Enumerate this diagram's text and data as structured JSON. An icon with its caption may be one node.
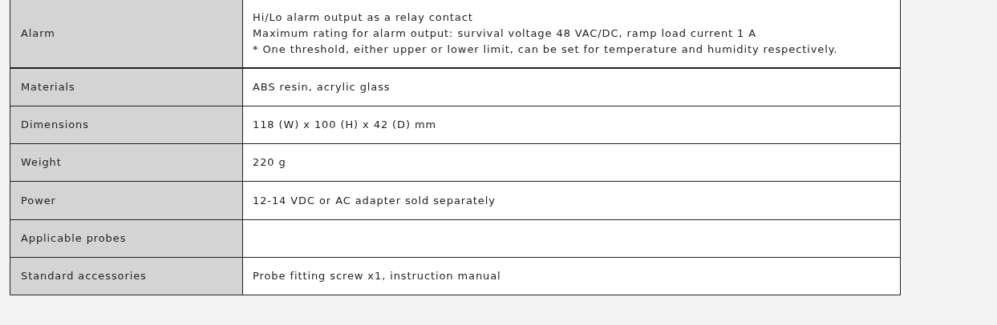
{
  "diagram": {
    "labels": [
      "Alarm",
      "Hi/Lo alarm output as a relay contact",
      "Maximum rating for alarm output: survival voltage 48 VAC/DC, ramp load current 1 A",
      "* One threshold, either upper or lower limit, can be set for temperature and humidity respectively.",
      "Materials",
      "ABS resin, acrylic glass",
      "Dimensions",
      "118 (W) x 100 (H) x 42 (D) mm",
      "Weight",
      "220 g",
      "Power",
      "12-14 VDC or AC adapter sold separately",
      "Applicable probes",
      "Standard accessories",
      "Probe fitting screw x1, instruction manual"
    ]
  }
}
